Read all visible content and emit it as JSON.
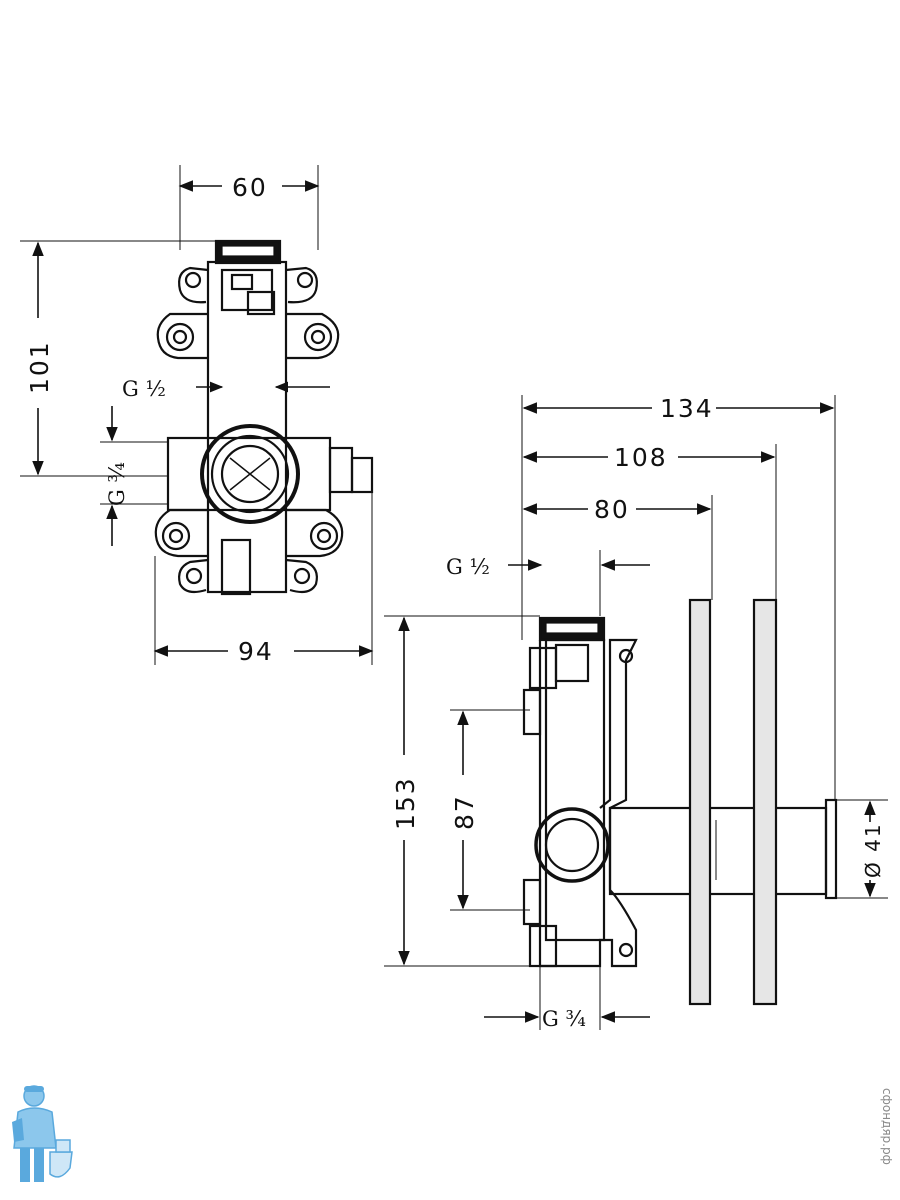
{
  "front_view": {
    "dims": {
      "width_top": "60",
      "height_left": "101",
      "width_bottom": "94"
    },
    "threads": {
      "upper": "G ½",
      "side": "G ¾"
    }
  },
  "side_view": {
    "dims": {
      "depth_134": "134",
      "depth_108": "108",
      "depth_80": "80",
      "height_total": "153",
      "height_axis": "87",
      "diameter": "Ø 41"
    },
    "threads": {
      "top": "G ½",
      "bottom": "G ¾"
    }
  },
  "watermark": "сфондяр.рф",
  "colors": {
    "line": "#111111",
    "watermark": "#8a8a8a",
    "logo": "#5aa9dd"
  }
}
